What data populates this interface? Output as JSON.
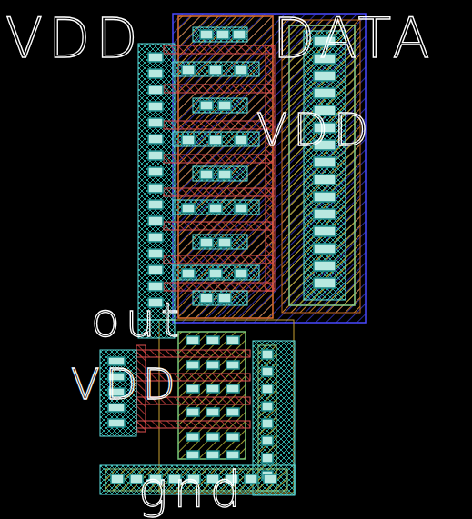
{
  "diagram": {
    "labels": [
      "VDD",
      "DATA",
      "VDD",
      "out",
      "VDD",
      "gnd"
    ]
  }
}
